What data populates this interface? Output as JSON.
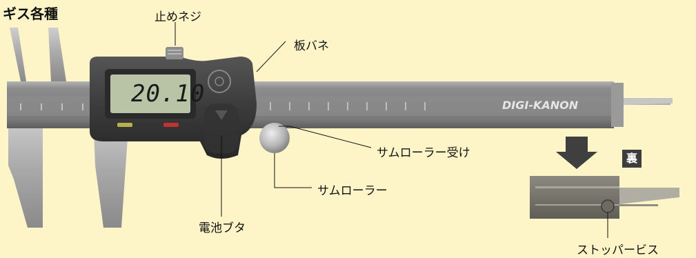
{
  "title": "ギス各種",
  "display": {
    "reading": "20.10"
  },
  "brand": {
    "name": "DIGI-KANON",
    "prefix": "DIGI",
    "suffix": "-KANON"
  },
  "labels": {
    "lock_screw": "止めネジ",
    "leaf_spring": "板バネ",
    "thumb_roller_receiver": "サムローラー受け",
    "thumb_roller": "サムローラー",
    "battery_cover": "電池ブタ",
    "back_side": "裏",
    "stopper_screw": "ストッパービス"
  },
  "colors": {
    "background": "#fdf4c7",
    "body_dark": "#3a3a3a",
    "lcd": "#b9c4a6",
    "beam": "#9a9a9a",
    "arrow": "#3f3f3f"
  }
}
